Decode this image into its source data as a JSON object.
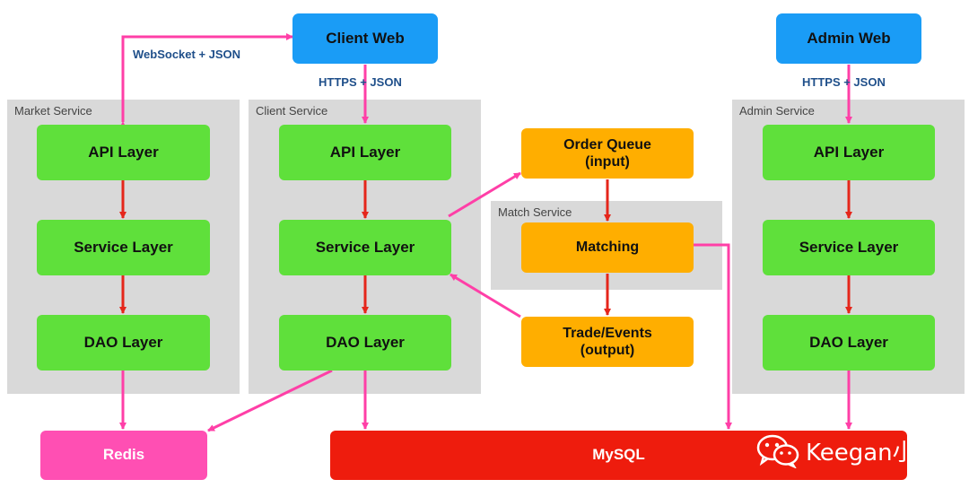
{
  "groups": {
    "market": "Market Service",
    "client": "Client Service",
    "match": "Match Service",
    "admin": "Admin Service"
  },
  "nodes": {
    "client_web": "Client Web",
    "admin_web": "Admin Web",
    "market_api": "API Layer",
    "market_service": "Service Layer",
    "market_dao": "DAO Layer",
    "client_api": "API Layer",
    "client_service": "Service Layer",
    "client_dao": "DAO Layer",
    "admin_api": "API Layer",
    "admin_service": "Service Layer",
    "admin_dao": "DAO Layer",
    "order_queue_1": "Order Queue",
    "order_queue_2": "(input)",
    "matching": "Matching",
    "trade_events_1": "Trade/Events",
    "trade_events_2": "(output)",
    "redis": "Redis",
    "mysql": "MySQL"
  },
  "labels": {
    "websocket": "WebSocket + JSON",
    "https_client": "HTTPS + JSON",
    "https_admin": "HTTPS + JSON"
  },
  "watermark": {
    "text": "Keegan小钢",
    "icon": "wechat-icon"
  },
  "colors": {
    "layer": "#5fe03b",
    "web": "#1a9cf6",
    "queue": "#ffae00",
    "redis": "#ff4fb3",
    "mysql": "#ee1c0d",
    "pink_arrow": "#ff3fa7",
    "red_arrow": "#e5261b"
  }
}
